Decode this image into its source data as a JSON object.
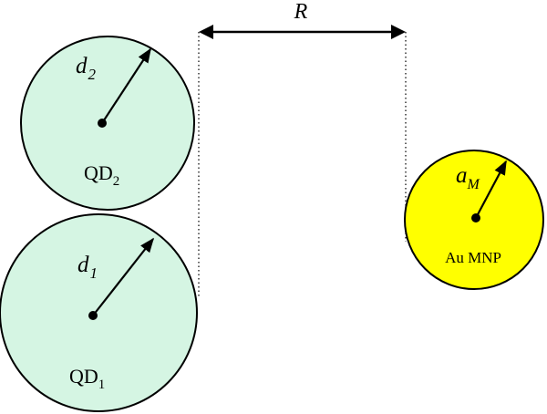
{
  "distance_label": "R",
  "colors": {
    "qd_fill": "#d5f5e3",
    "mnp_fill": "#ffff00",
    "stroke": "#000000"
  },
  "qd2": {
    "radius_symbol": "d",
    "radius_sub": "2",
    "name": "QD",
    "name_sub": "2"
  },
  "qd1": {
    "radius_symbol": "d",
    "radius_sub": "1",
    "name": "QD",
    "name_sub": "1"
  },
  "mnp": {
    "radius_symbol": "a",
    "radius_sub": "M",
    "name": "Au MNP"
  }
}
